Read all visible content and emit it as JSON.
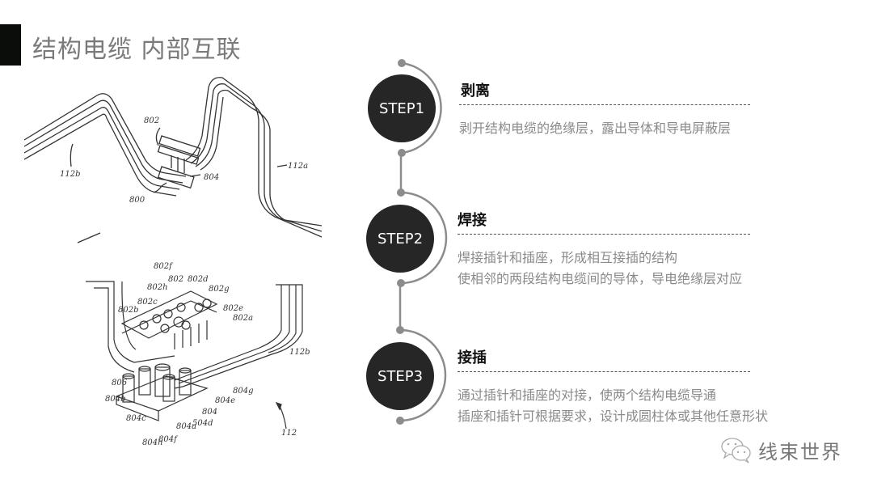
{
  "page": {
    "title": "结构电缆 内部互联"
  },
  "figures": {
    "top": {
      "labels": [
        "802",
        "804",
        "800",
        "112b",
        "112a"
      ]
    },
    "bottom": {
      "labels": [
        "802f",
        "802",
        "802d",
        "802h",
        "802c",
        "802g",
        "802b",
        "802e",
        "802a",
        "112b",
        "806",
        "804b",
        "804c",
        "804h",
        "804f",
        "804a",
        "504d",
        "804",
        "804e",
        "804g",
        "112"
      ]
    }
  },
  "steps": [
    {
      "badge": "STEP1",
      "heading": "剥离",
      "lines": [
        "剥开结构电缆的绝缘层，露出导体和导电屏蔽层"
      ]
    },
    {
      "badge": "STEP2",
      "heading": "焊接",
      "lines": [
        "焊接插针和插座，形成相互接插的结构",
        "使相邻的两段结构电缆间的导体，导电绝缘层对应"
      ]
    },
    {
      "badge": "STEP3",
      "heading": "接插",
      "lines": [
        "通过插针和插座的对接，使两个结构电缆导通",
        "插座和插针可根据要求，设计成圆柱体或其他任意形状"
      ]
    }
  ],
  "brand": {
    "icon": "wechat-icon",
    "name": "线束世界"
  },
  "colors": {
    "step_circle": "#262626",
    "timeline": "#8c8c8c",
    "desc_text": "#8a8a8a",
    "title_text": "#7a7a7a"
  }
}
